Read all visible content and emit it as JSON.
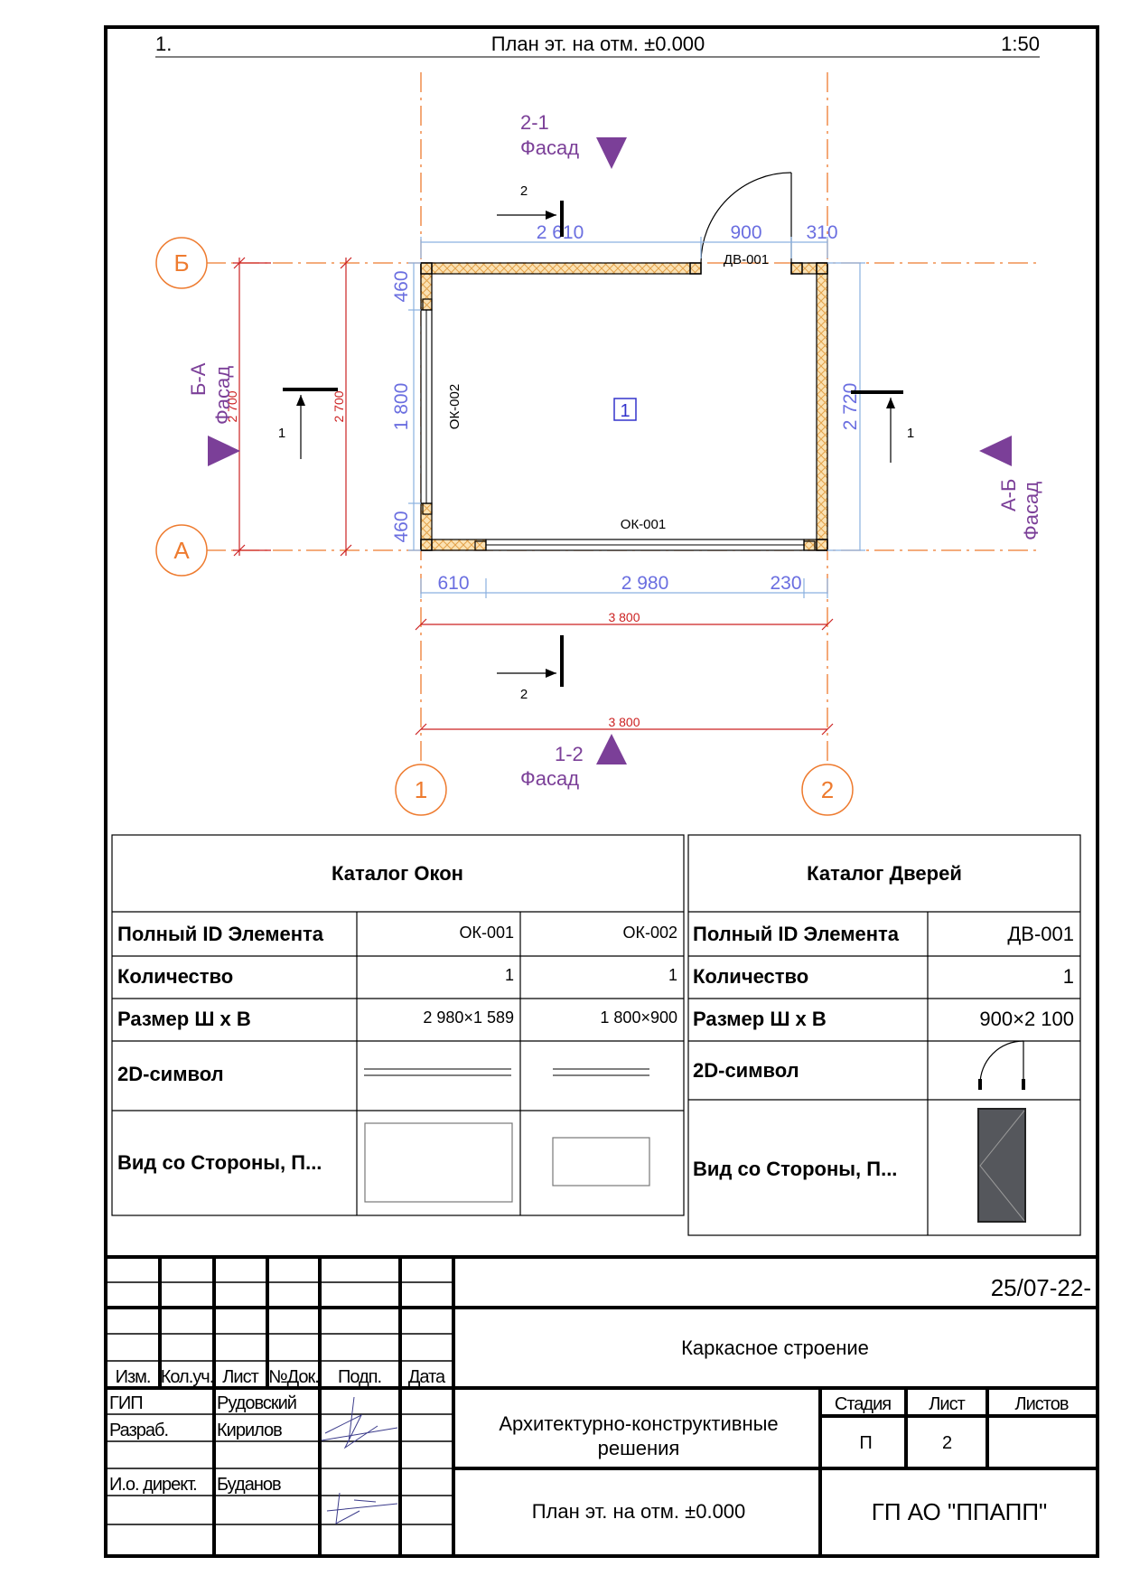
{
  "header": {
    "sheet_no": "1.",
    "title": "План эт. на отм. ±0.000",
    "scale": "1:50"
  },
  "plan": {
    "axes": {
      "row_b": "Б",
      "row_a": "А",
      "col_1": "1",
      "col_2": "2"
    },
    "facades": {
      "top": {
        "code": "2-1",
        "word": "Фасад"
      },
      "left": {
        "code": "Б-А",
        "word": "Фасад"
      },
      "right": {
        "code": "А-Б",
        "word": "Фасад"
      },
      "bottom": {
        "code": "1-2",
        "word": "Фасад"
      }
    },
    "dims_top": {
      "left": "2 610",
      "door": "900",
      "right": "310"
    },
    "dims_left": {
      "top": "460",
      "middle": "1 800",
      "bottom": "460"
    },
    "dims_right": "2 720",
    "dims_bottom": {
      "left": "610",
      "middle": "2 980",
      "right": "230"
    },
    "overall_width": "3 800",
    "overall_width_2": "3 800",
    "overall_height_outer": "2 700",
    "overall_height_inner": "2 700",
    "room_tag": "1",
    "door_tag": "ДВ-001",
    "window_left_tag": "ОК-002",
    "window_bottom_tag": "ОК-001",
    "section_2_top": "2",
    "section_2_bottom": "2",
    "section_1_left": "1",
    "section_1_right": "1"
  },
  "windows_catalog": {
    "title": "Каталог Окон",
    "rows": [
      {
        "label": "Полный ID Элемента",
        "a": "ОК-001",
        "b": "ОК-002"
      },
      {
        "label": "Количество",
        "a": "1",
        "b": "1"
      },
      {
        "label": "Размер Ш x В",
        "a": "2 980×1 589",
        "b": "1 800×900"
      },
      {
        "label": "2D-символ"
      },
      {
        "label": "Вид со Стороны, П..."
      }
    ]
  },
  "doors_catalog": {
    "title": "Каталог Дверей",
    "rows": [
      {
        "label": "Полный ID Элемента",
        "a": "ДВ-001"
      },
      {
        "label": "Количество",
        "a": "1"
      },
      {
        "label": "Размер Ш x В",
        "a": "900×2 100"
      },
      {
        "label": "2D-символ"
      },
      {
        "label": "Вид со Стороны, П..."
      }
    ]
  },
  "stamp": {
    "code": "25/07-22-",
    "project": "Каркасное строение",
    "section": "Архитектурно-конструктивные решения",
    "section_l1": "Архитектурно-конструктивные",
    "section_l2": "решения",
    "sheet_title": "План эт. на отм. ±0.000",
    "company": "ГП АО \"ППАПП\"",
    "cols": {
      "izm": "Изм.",
      "koluch": "Кол.уч.",
      "list": "Лист",
      "ndok": "№Док.",
      "podp": "Подп.",
      "data": "Дата"
    },
    "roles": [
      {
        "role": "ГИП",
        "name": "Рудовский"
      },
      {
        "role": "Разраб.",
        "name": "Кирилов"
      },
      {
        "role": "И.о. директ.",
        "name": "Буданов"
      }
    ],
    "stage_label": "Стадия",
    "sheet_label": "Лист",
    "sheets_label": "Листов",
    "stage": "П",
    "sheet": "2",
    "sheets": ""
  },
  "colors": {
    "axis": "#ee7b2f",
    "dimension": "#6a6ee0",
    "overall_dimension": "#cc2222",
    "facade_marker": "#7b3f98",
    "wall_hatch": "#f2c27a",
    "door_fill": "#55575c"
  }
}
